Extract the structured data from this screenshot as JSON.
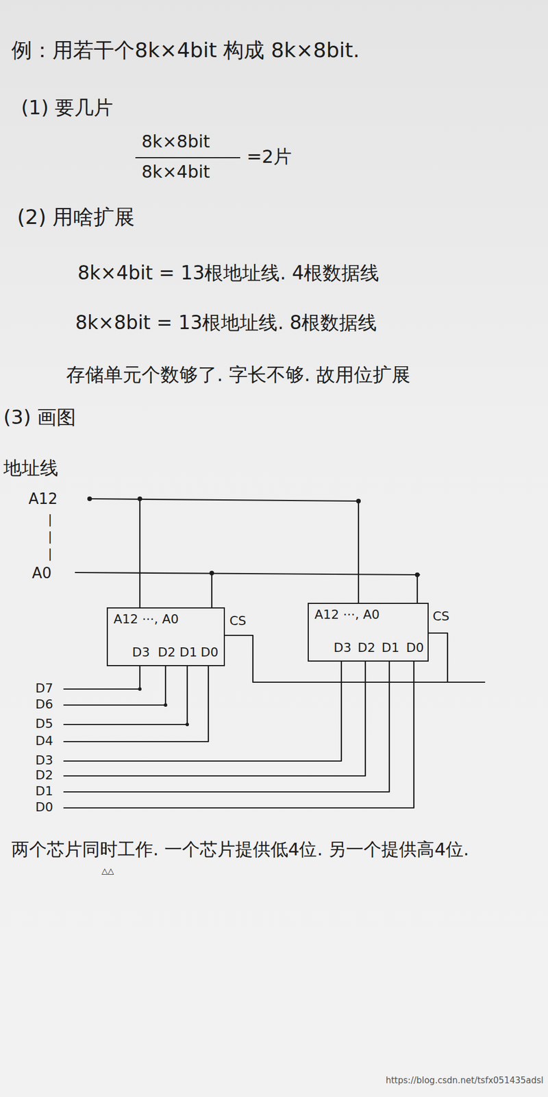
{
  "diagram": {
    "title": "例：用若干个8k×4bit 构成 8k×8bit.",
    "nodes": [
      {
        "text": [
          "A12 ···, A0",
          "D3",
          "D2",
          "D1",
          "D0"
        ]
      },
      {
        "text": [
          "A12 ···, A0",
          "D3",
          "D2",
          "D1",
          "D0"
        ]
      }
    ],
    "labels": [
      "(1) 要几片",
      "8k×8bit",
      "8k×4bit",
      "=2片",
      "(2) 用啥扩展",
      "8k×4bit = 13根地址线. 4根数据线",
      "8k×8bit = 13根地址线. 8根数据线",
      "存储单元个数够了. 字长不够. 故用位扩展",
      "(3) 画图",
      "地址线",
      "A12",
      "|",
      "|",
      "|",
      "A0",
      "CS",
      "CS",
      "D7",
      "D6",
      "D5",
      "D4",
      "D3",
      "D2",
      "D1",
      "D0",
      "两个芯片同时工作. 一个芯片提供低4位. 另一个提供高4位.",
      "△△",
      "https://blog.csdn.net/tsfx051435adsl"
    ]
  }
}
